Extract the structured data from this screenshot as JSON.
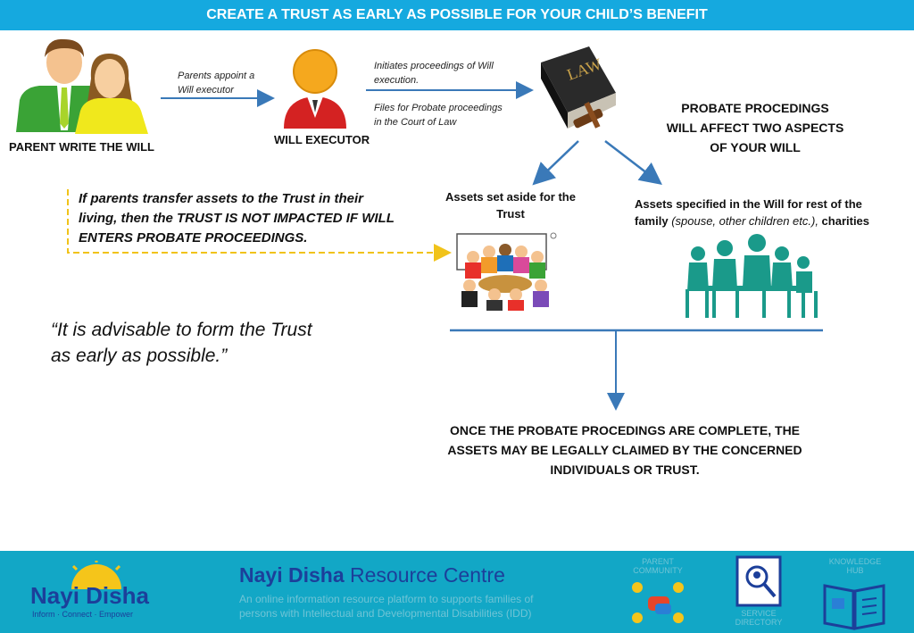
{
  "banner": {
    "title": "CREATE A TRUST AS EARLY AS POSSIBLE FOR YOUR CHILD’S BENEFIT"
  },
  "parents": {
    "label": "PARENT WRITE THE WILL"
  },
  "appoint": {
    "line1": "Parents appoint a",
    "line2": "Will executor"
  },
  "executor": {
    "label": "WILL EXECUTOR"
  },
  "initiates": {
    "line1": "Initiates proceedings of Will",
    "line2": "execution."
  },
  "files": {
    "line1": "Files for Probate proceedings",
    "line2": "in the Court of Law"
  },
  "law_book": {
    "text": "LAW"
  },
  "probate": {
    "line1": "PROBATE PROCEDINGS",
    "line2": "WILL AFFECT TWO ASPECTS",
    "line3": "OF YOUR WILL"
  },
  "transfer_note": {
    "line1": "If parents transfer assets to the Trust in their",
    "line2": "living, then the TRUST IS NOT IMPACTED IF WILL",
    "line3": "ENTERS PROBATE PROCEEDINGS."
  },
  "trust_assets": {
    "line1": "Assets set aside for the",
    "line2": "Trust"
  },
  "family_assets": {
    "line1": "Assets specified in the Will for rest of the",
    "line2_a": "family ",
    "line2_b": "(spouse, other children etc.),",
    "line2_c": " charities"
  },
  "quote": {
    "line1": "“It is advisable to form the Trust",
    "line2": "as early as possible.”"
  },
  "conclusion": {
    "line1": "ONCE THE PROBATE PROCEDINGS ARE COMPLETE, THE",
    "line2": "ASSETS  MAY BE LEGALLY CLAIMED BY THE CONCERNED",
    "line3": "INDIVIDUALS OR TRUST."
  },
  "footer": {
    "logo_text": "Nayi Disha",
    "logo_tagline": "Inform · Connect · Empower",
    "title_bold": "Nayi Disha",
    "title_light": " Resource Centre",
    "subtitle1": "An online information resource platform to supports families of",
    "subtitle2": "persons with Intellectual and Developmental Disabilities (IDD)",
    "icon1_line1": "PARENT",
    "icon1_line2": "COMMUNITY",
    "icon2_line1": "SERVICE",
    "icon2_line2": "DIRECTORY",
    "icon3_line1": "KNOWLEDGE",
    "icon3_line2": "HUB"
  },
  "colors": {
    "banner": "#15a9df",
    "footer": "#12a7c6",
    "arrow": "#3a79b8",
    "dashed": "#f1c31a",
    "family_silhouette": "#1a9a8a"
  }
}
